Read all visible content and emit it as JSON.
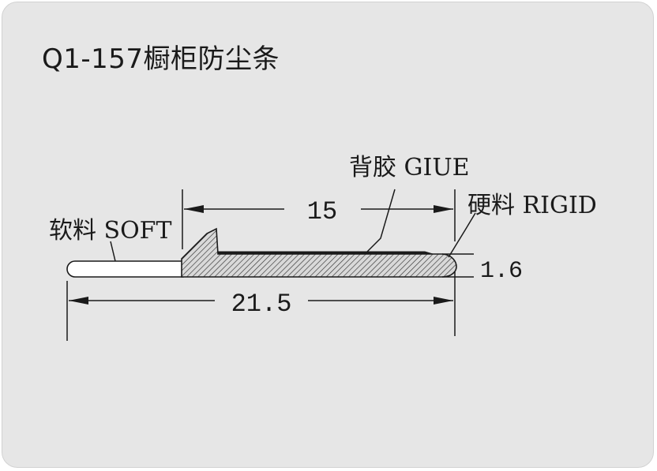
{
  "title": "Q1-157橱柜防尘条",
  "labels": {
    "glue": "背胶 GIUE",
    "rigid": "硬料 RIGID",
    "soft": "软料 SOFT"
  },
  "dimensions": {
    "length_15": "15",
    "total_21_5": "21.5",
    "thickness_1_6": "1.6"
  }
}
